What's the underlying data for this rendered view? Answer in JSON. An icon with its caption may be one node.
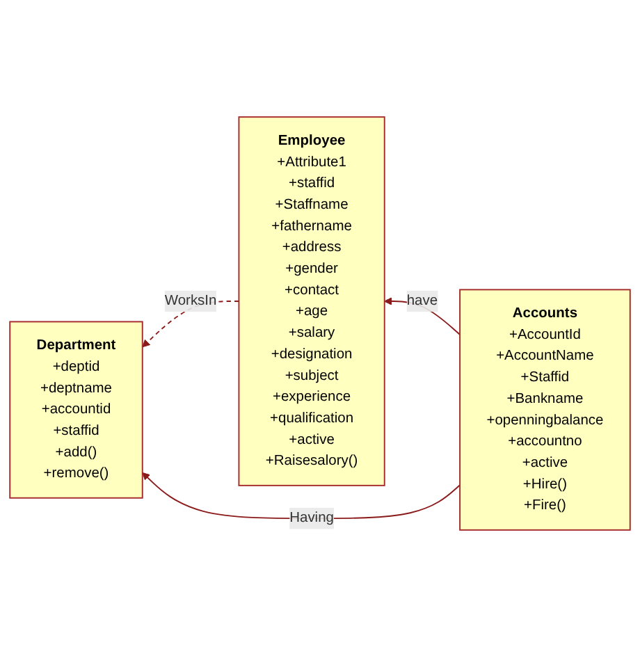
{
  "diagram": {
    "nodes": [
      {
        "text": [
          "Department",
          "+deptid +deptname +accountid +staffid",
          "+add() +remove()"
        ]
      },
      {
        "text": [
          "Employee",
          "+Attribute1 +staffid +Staffname +fathername +address +gender +contact +age +salary +designation +subject +experience +qualification +active",
          "+Raisesalory()"
        ]
      },
      {
        "text": [
          "Accounts",
          "+AccountId +AccountName +Staffid +Bankname +openningbalance +accountno +active",
          "+Hire() +Fire()"
        ]
      }
    ],
    "edges": [
      {
        "from": 1,
        "to": 0,
        "arrow": "to",
        "label": "WorksIn",
        "style": "dashed"
      },
      {
        "from": 2,
        "to": 0,
        "arrow": "to",
        "label": "Having"
      },
      {
        "from": 2,
        "to": 1,
        "arrow": "to",
        "label": "have"
      }
    ]
  }
}
